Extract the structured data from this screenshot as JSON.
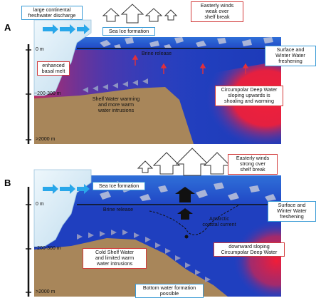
{
  "panels": [
    {
      "letter": "A",
      "labels": {
        "freshwater": "large continental\nfreshwater discharge",
        "winds": "Easterly winds\nweak over\nshelf break",
        "sea_ice": "Sea Ice formation",
        "brine": "Brine release",
        "surface": "Surface and\nWinter Water\nfreshening",
        "basal_melt": "enhanced\nbasal melt",
        "shelf_water": "Shelf Water warming\nand more warm\nwater intrusions",
        "cdw": "Circumpolar Deep Water\nsloping upwards is\nshoaling and warming"
      },
      "depths": [
        "0 m",
        "~200-300 m",
        ">2000 m"
      ]
    },
    {
      "letter": "B",
      "labels": {
        "winds": "Easterly winds\nstrong over\nshelf break",
        "sea_ice": "Sea Ice formation",
        "brine": "Brine release",
        "surface": "Surface and\nWinter Water\nfreshening",
        "coastal_current": "Antarctic\ncoastal current",
        "cold_shelf": "Cold Shelf Water\nand limited warm\nwater intrusions",
        "cdw": "downward sloping\nCircumpolar Deep Water",
        "bottom_water": "Bottom water formation\npossible"
      },
      "depths": [
        "0 m",
        "~200-300 m",
        ">2000 m"
      ]
    }
  ],
  "colors": {
    "ocean_blue": "#1f3fbf",
    "surface_blue": "#3f7fe0",
    "warm_red": "#e8203a",
    "shelf_brown": "#a8865a",
    "ice": "#d9ecf7",
    "arrow_cyan": "#2aa9e8",
    "arrow_grey": "#8a8fb8",
    "blue_border": "#3a9bd6",
    "red_border": "#d23b3b"
  }
}
